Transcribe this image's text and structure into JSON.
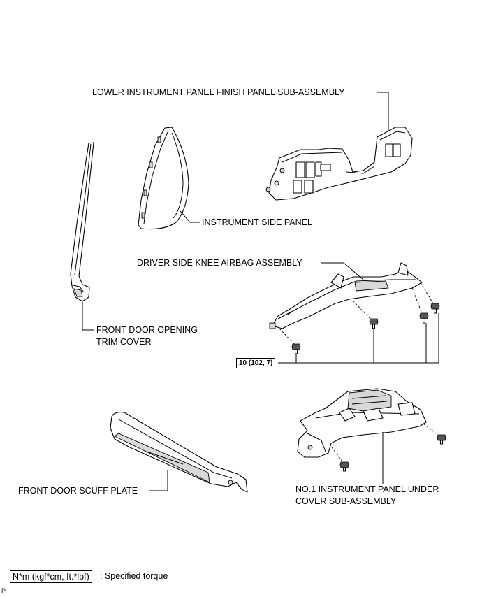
{
  "labels": {
    "lower_panel": "LOWER INSTRUMENT PANEL FINISH PANEL SUB-ASSEMBLY",
    "side_panel": "INSTRUMENT SIDE PANEL",
    "knee_airbag": "DRIVER SIDE KNEE AIRBAG ASSEMBLY",
    "trim_cover_line1": "FRONT DOOR OPENING",
    "trim_cover_line2": "TRIM COVER",
    "scuff_plate": "FRONT DOOR SCUFF PLATE",
    "under_cover_line1": "NO.1 INSTRUMENT PANEL UNDER",
    "under_cover_line2": "COVER SUB-ASSEMBLY"
  },
  "torque": "10 (102, 7)",
  "legend": {
    "unit_box": "N*m (kgf*cm, ft.*lbf)",
    "text": ": Specified torque"
  },
  "corner_mark": "P"
}
